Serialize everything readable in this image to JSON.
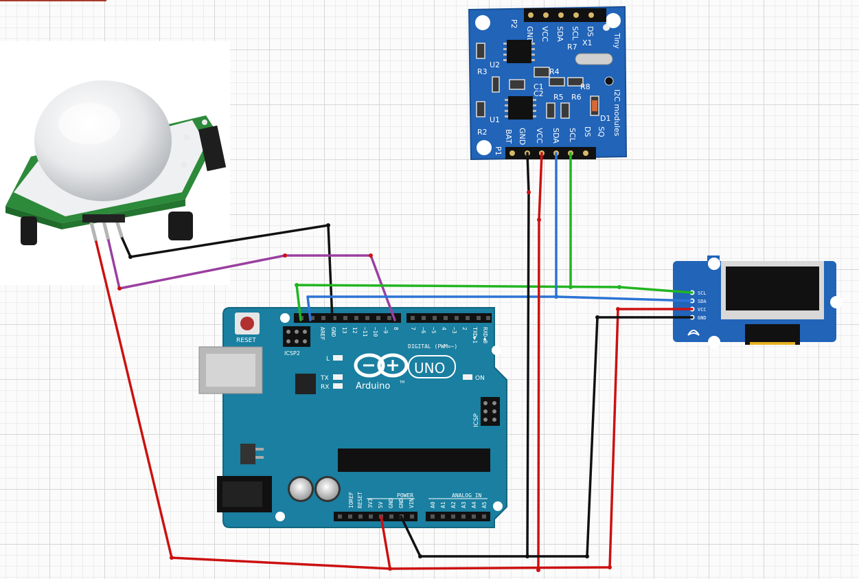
{
  "components": {
    "pir_sensor": {
      "type": "PIR motion sensor"
    },
    "rtc_module": {
      "header_top_labels": [
        "GND",
        "VCC",
        "SDA",
        "SCL",
        "DS"
      ],
      "header_bottom_labels": [
        "GND",
        "VCC",
        "SDA",
        "SCL",
        "DS",
        "SQ"
      ],
      "left_labels": [
        "P2",
        "P1",
        "BAT"
      ],
      "part_labels": [
        "R7",
        "X1",
        "U2",
        "U1",
        "C1",
        "C2",
        "R3",
        "R4",
        "R5",
        "R6",
        "R8",
        "R2",
        "D1"
      ],
      "side_label_1": "Tiny",
      "side_label_2": "I2C modules"
    },
    "oled_display": {
      "pin_labels": [
        "SCL",
        "SDA",
        "VCC",
        "GND"
      ]
    },
    "arduino": {
      "reset_label": "RESET",
      "icsp2_label": "ICSP2",
      "icsp_label": "ICSP",
      "led_l_label": "L",
      "led_tx_label": "TX",
      "led_rx_label": "RX",
      "led_on_label": "ON",
      "logo_text": "Arduino",
      "tm": "TM",
      "model": "UNO",
      "digital_header_label": "DIGITAL (PWM=~)",
      "digital_pins_left": [
        "AREF",
        "GND",
        "13",
        "12",
        "~11",
        "~10",
        "~9",
        "8"
      ],
      "digital_pins_right": [
        "7",
        "~6",
        "~5",
        "4",
        "~3",
        "2",
        "TXD▶1",
        "RXD◀0"
      ],
      "power_label": "POWER",
      "power_pins": [
        "IOREF",
        "RESET",
        "3V3",
        "5V",
        "GND",
        "GND",
        "VIN"
      ],
      "analog_label": "ANALOG IN",
      "analog_pins": [
        "A0",
        "A1",
        "A2",
        "A3",
        "A4",
        "A5"
      ]
    }
  },
  "wires": [
    {
      "name": "pir-gnd",
      "color": "#111111"
    },
    {
      "name": "pir-signal",
      "color": "#9a3fa0"
    },
    {
      "name": "pir-vcc",
      "color": "#cc1111"
    },
    {
      "name": "i2c-scl",
      "color": "#22b522"
    },
    {
      "name": "i2c-sda",
      "color": "#2c74d4"
    },
    {
      "name": "power-5v",
      "color": "#cc1111"
    },
    {
      "name": "power-gnd",
      "color": "#111111"
    }
  ],
  "colors": {
    "arduino_board": "#1a7fa0",
    "module_board": "#2164b8",
    "grid": "#d6d6d6"
  }
}
